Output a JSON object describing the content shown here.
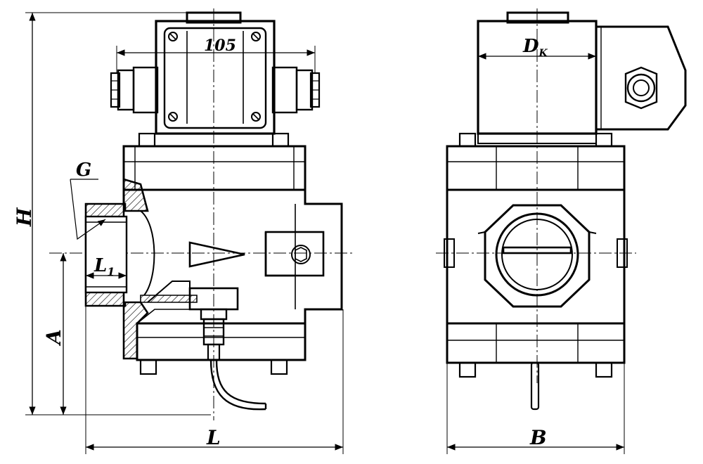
{
  "labels": {
    "dim_105": "105",
    "dim_dk": "D",
    "dim_dk_sub": "K",
    "dim_g": "G",
    "dim_h": "H",
    "dim_l1": "L",
    "dim_l1_sub": "1",
    "dim_a": "A",
    "dim_l": "L",
    "dim_b": "B"
  }
}
